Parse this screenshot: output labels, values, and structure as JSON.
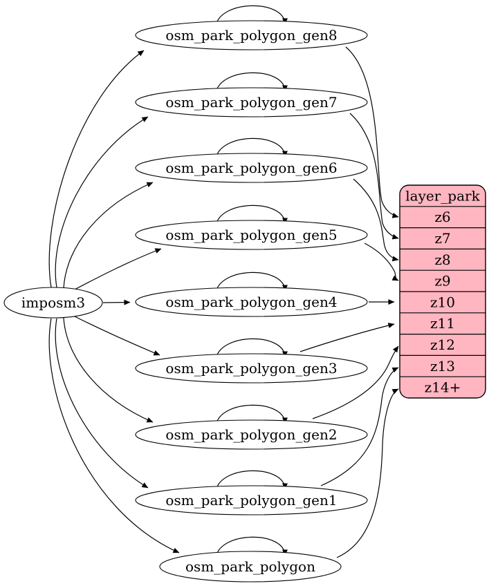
{
  "diagram": {
    "kind": "graphviz-digraph",
    "background_color": "#ffffff",
    "edge_color": "#000000",
    "source_node": {
      "label": "imposm3"
    },
    "tables": [
      {
        "label": "osm_park_polygon_gen8",
        "maps_to": "z6",
        "has_self_loop": true
      },
      {
        "label": "osm_park_polygon_gen7",
        "maps_to": "z7",
        "has_self_loop": true
      },
      {
        "label": "osm_park_polygon_gen6",
        "maps_to": "z8",
        "has_self_loop": true
      },
      {
        "label": "osm_park_polygon_gen5",
        "maps_to": "z9",
        "has_self_loop": true
      },
      {
        "label": "osm_park_polygon_gen4",
        "maps_to": "z10",
        "has_self_loop": true
      },
      {
        "label": "osm_park_polygon_gen3",
        "maps_to": "z11",
        "has_self_loop": true
      },
      {
        "label": "osm_park_polygon_gen2",
        "maps_to": "z12",
        "has_self_loop": true
      },
      {
        "label": "osm_park_polygon_gen1",
        "maps_to": "z13",
        "has_self_loop": true
      },
      {
        "label": "osm_park_polygon",
        "maps_to": "z14+",
        "has_self_loop": true
      }
    ],
    "layer_table": {
      "title": "layer_park",
      "rows": [
        "z6",
        "z7",
        "z8",
        "z9",
        "z10",
        "z11",
        "z12",
        "z13",
        "z14+"
      ],
      "fill": "#ffb6c1",
      "stroke": "#000000"
    }
  }
}
